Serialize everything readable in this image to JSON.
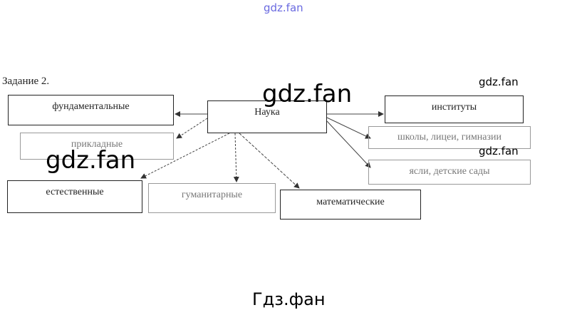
{
  "task_title": "Задание 2.",
  "center": "Наука",
  "left_nodes": [
    "фундаментальные",
    "прикладные"
  ],
  "bottom_nodes": [
    "естественные",
    "гуманитарные",
    "математические"
  ],
  "right_nodes": [
    "институты",
    "школы, лицеи, гимназии",
    "ясли, детские сады"
  ],
  "watermarks": {
    "top": "gdz.fan",
    "big": "gdz.fan",
    "small": "gdz.fan",
    "bottom": "Гдз.фан"
  }
}
